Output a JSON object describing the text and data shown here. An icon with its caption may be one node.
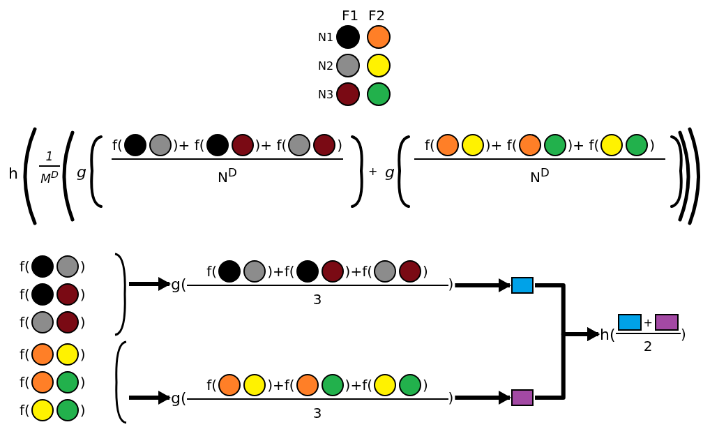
{
  "diagram": {
    "nodes": [
      {
        "text": [
          "f(",
          ")",
          "f(",
          ")",
          "f(",
          ")"
        ]
      },
      {
        "text": [
          "g(",
          "f(",
          ")",
          "+f(",
          ")",
          "+f(",
          ")",
          ")",
          "3"
        ]
      },
      {
        "text": [],
        "shape": "box"
      },
      {
        "text": [
          "f(",
          ")",
          "f(",
          ")",
          "f(",
          ")"
        ]
      },
      {
        "text": [
          "g(",
          "f(",
          ")",
          "+f(",
          ")",
          "+f(",
          ")",
          ")",
          "3"
        ]
      },
      {
        "text": [],
        "shape": "box"
      },
      {
        "text": [
          "h(",
          "+",
          ")",
          "2"
        ]
      }
    ],
    "edges": [
      {
        "from": 0,
        "to": 1,
        "arrow": "to"
      },
      {
        "from": 1,
        "to": 2,
        "arrow": "to"
      },
      {
        "from": 3,
        "to": 4,
        "arrow": "to"
      },
      {
        "from": 4,
        "to": 5,
        "arrow": "to"
      },
      {
        "from": 2,
        "to": 6,
        "arrow": "to"
      },
      {
        "from": 5,
        "to": 6,
        "arrow": "to"
      }
    ],
    "labels": [
      "F1",
      "F2",
      "N1",
      "N2",
      "N3",
      "h",
      "1",
      "M$^{D}$",
      "g",
      "f(",
      ")",
      "+ f(",
      ")",
      "+ f(",
      ")",
      "N$^{D}$",
      "+",
      "g",
      "f(",
      ")",
      "+ f(",
      ")",
      "+ f(",
      ")",
      "N$^{D}$"
    ]
  }
}
